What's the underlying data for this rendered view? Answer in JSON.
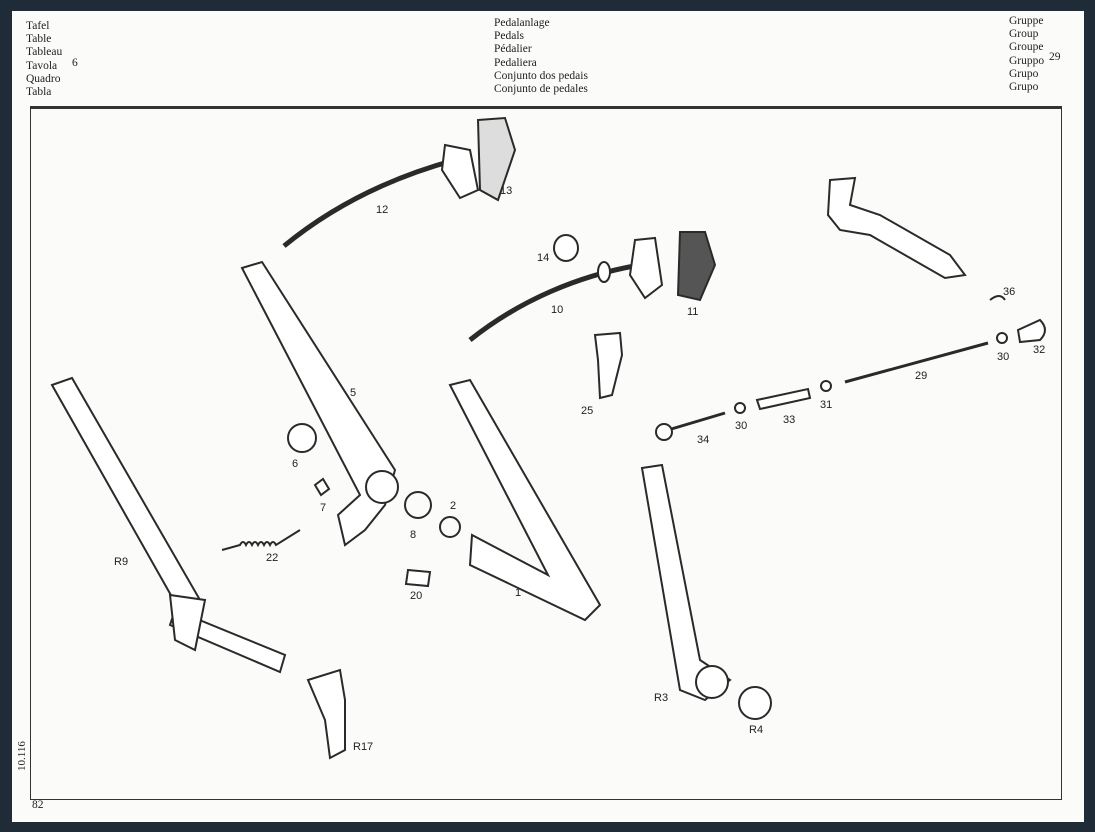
{
  "header": {
    "table_labels": [
      "Tafel",
      "Table",
      "Tableau",
      "Tavola",
      "Quadro",
      "Tabla"
    ],
    "table_number": "6",
    "title_lines": [
      "Pedalanlage",
      "Pedals",
      "Pédalier",
      "Pedaliera",
      "Conjunto dos pedais",
      "Conjunto de pedales"
    ],
    "group_labels": [
      "Gruppe",
      "Group",
      "Groupe",
      "Gruppo",
      "Grupo",
      "Grupo"
    ],
    "group_number": "29"
  },
  "footer": {
    "side_code": "10.116",
    "page_number": "82"
  },
  "parts": [
    "12",
    "13",
    "14",
    "10",
    "11",
    "36",
    "30",
    "32",
    "29",
    "31",
    "33",
    "30",
    "34",
    "25",
    "5",
    "6",
    "7",
    "8",
    "2",
    "22",
    "R9",
    "20",
    "1",
    "R3",
    "R4",
    "R17"
  ]
}
